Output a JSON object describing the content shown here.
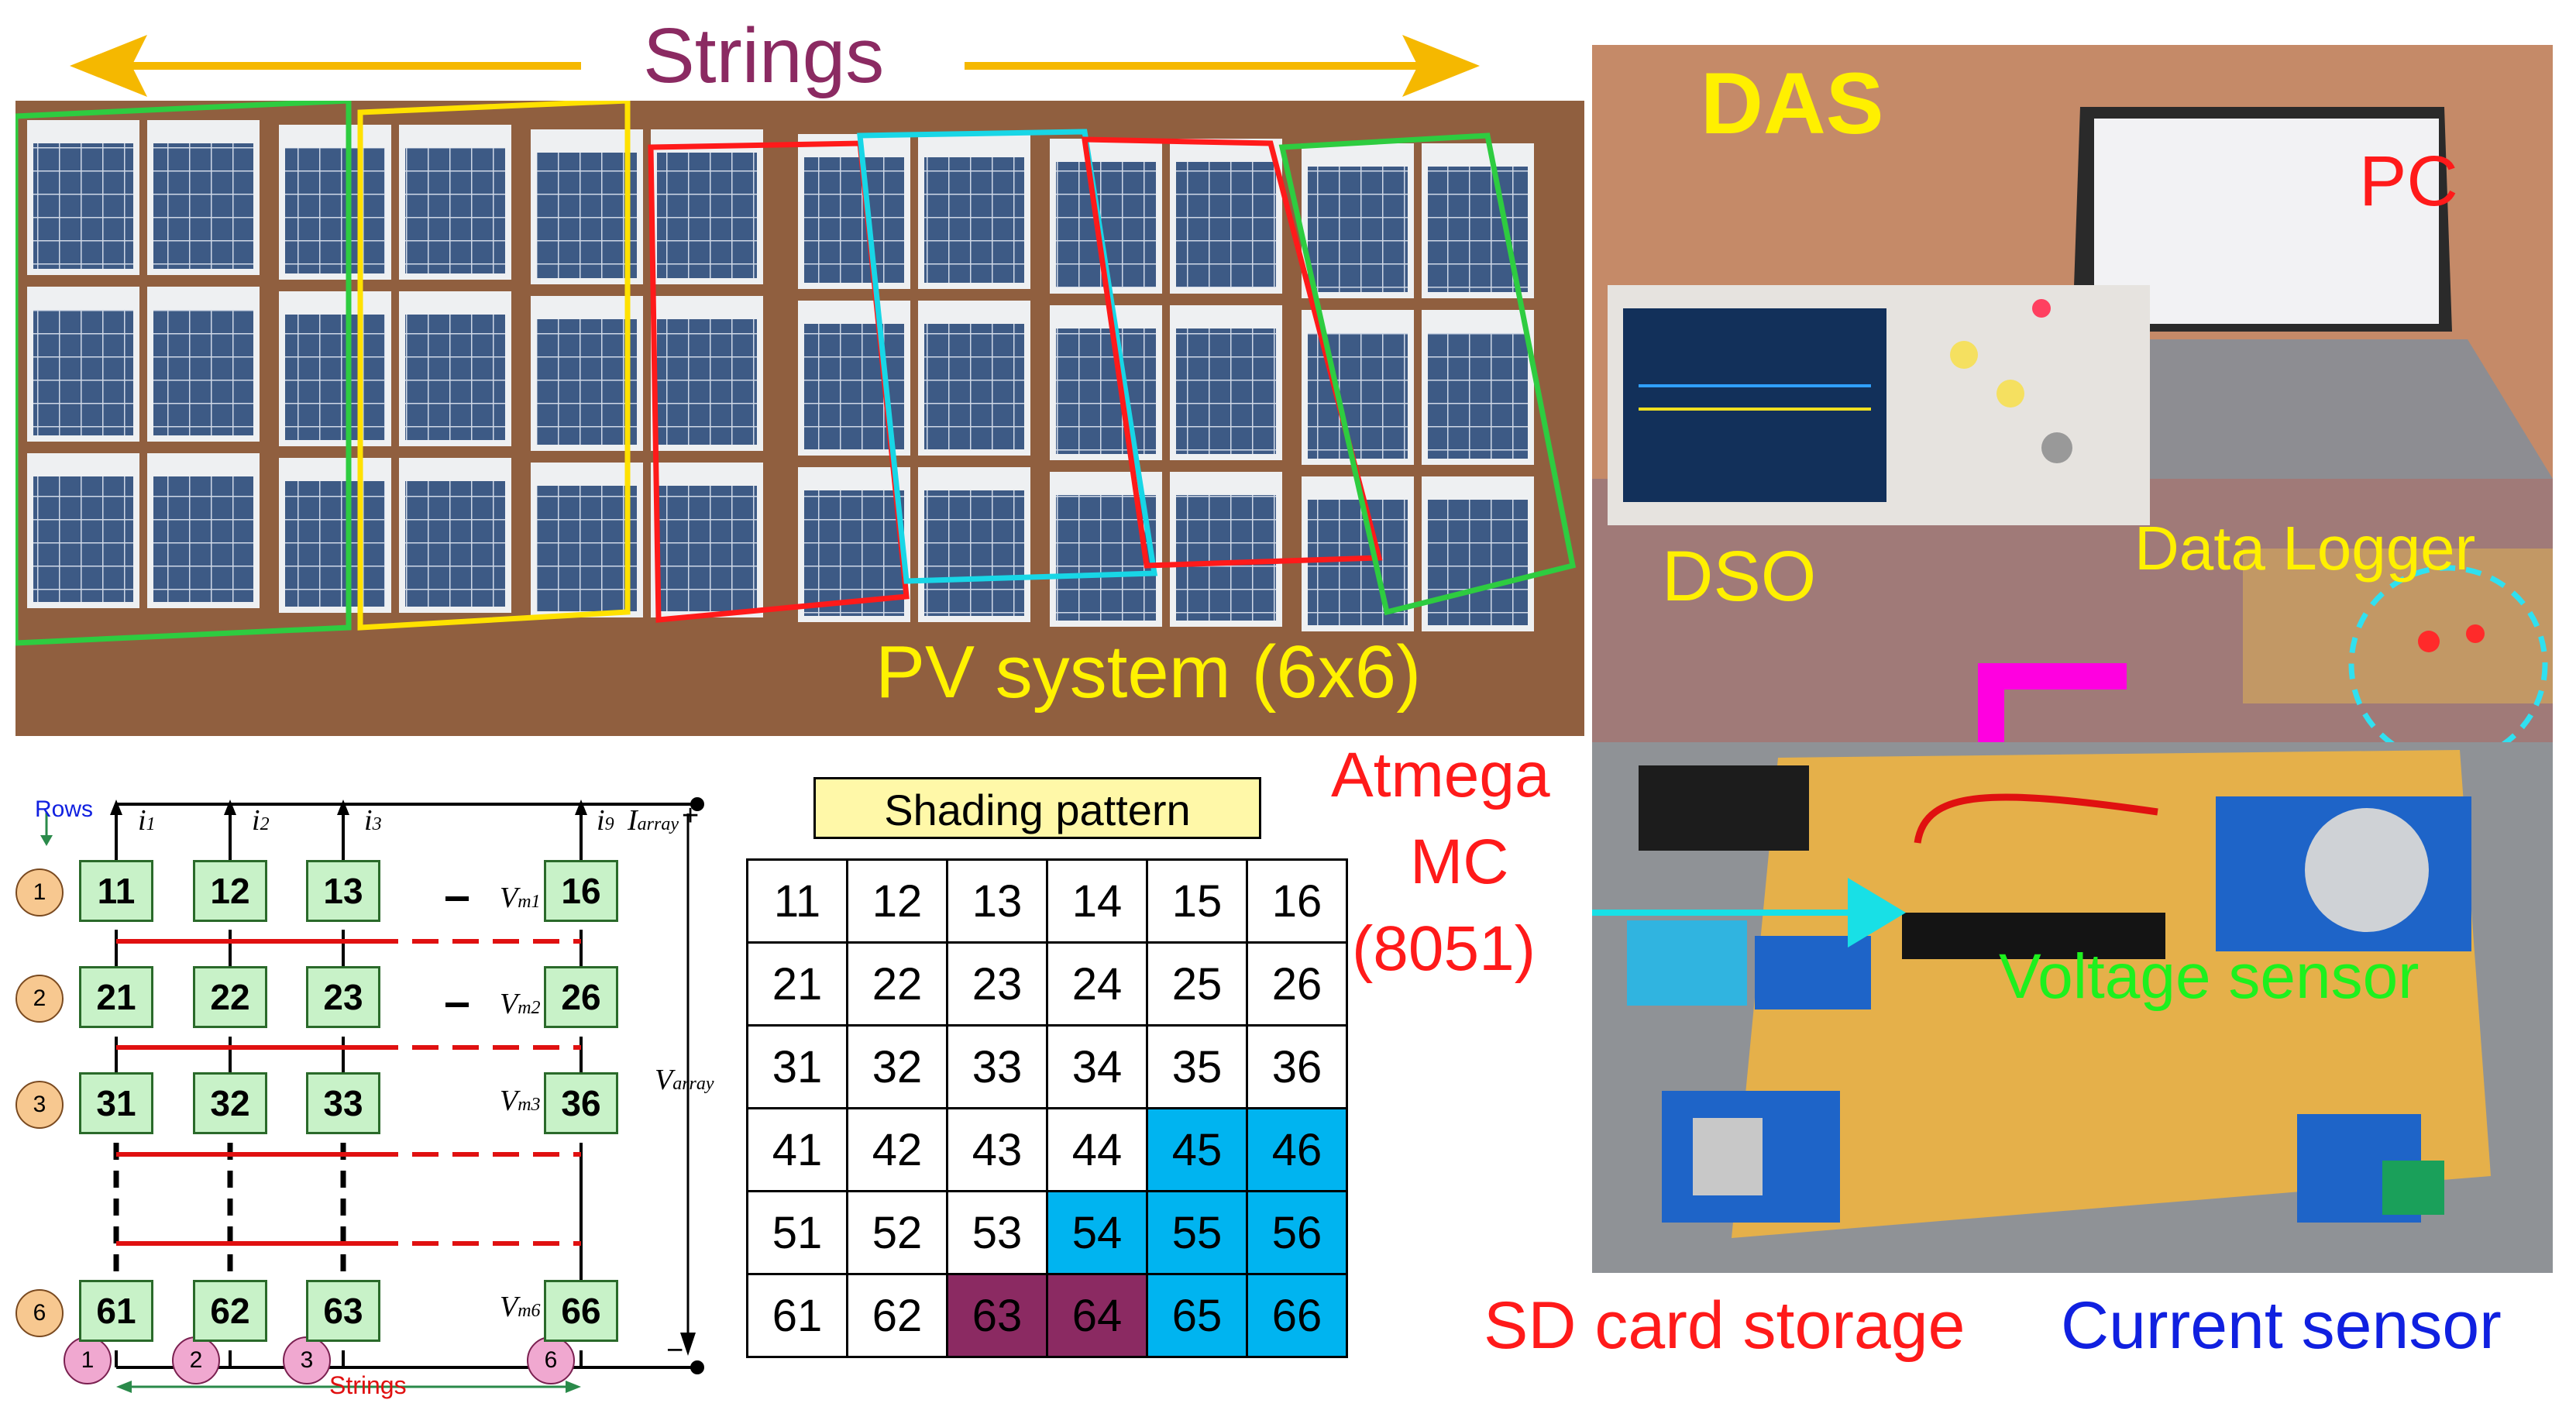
{
  "top": {
    "strings_label": "Strings"
  },
  "pv_photo": {
    "caption": "PV system (6x6)"
  },
  "das_photo": {
    "das_label": "DAS",
    "pc_label": "PC",
    "dso_label": "DSO",
    "logger_label": "Data Logger"
  },
  "board_photo": {
    "mc_label_lines": [
      "Atmega",
      "MC",
      "(8051)"
    ],
    "voltage_label": "Voltage sensor",
    "sd_label": "SD card storage",
    "current_label": "Current sensor"
  },
  "circuit": {
    "rows_label": "Rows",
    "strings_label": "Strings",
    "row_numbers": [
      "1",
      "2",
      "3",
      "6"
    ],
    "string_numbers": [
      "1",
      "2",
      "3",
      "6"
    ],
    "currents": [
      "i",
      "i",
      "i",
      "i"
    ],
    "current_subs": [
      "1",
      "2",
      "3",
      "9"
    ],
    "iarray": "I",
    "iarray_sub": "array",
    "varray": "V",
    "varray_sub": "array",
    "vm_labels": [
      "V",
      "V",
      "V",
      "V"
    ],
    "vm_subs": [
      "m1",
      "m2",
      "m3",
      "m6"
    ],
    "modules": [
      [
        "11",
        "12",
        "13",
        "16"
      ],
      [
        "21",
        "22",
        "23",
        "26"
      ],
      [
        "31",
        "32",
        "33",
        "36"
      ],
      [
        "61",
        "62",
        "63",
        "66"
      ]
    ]
  },
  "shading": {
    "title": "Shading pattern",
    "colors": {
      "blue": "#00b4f0",
      "purple": "#8b2a62",
      "white": "#ffffff"
    },
    "grid": [
      [
        "11",
        "12",
        "13",
        "14",
        "15",
        "16"
      ],
      [
        "21",
        "22",
        "23",
        "24",
        "25",
        "26"
      ],
      [
        "31",
        "32",
        "33",
        "34",
        "35",
        "36"
      ],
      [
        "41",
        "42",
        "43",
        "44",
        "45",
        "46"
      ],
      [
        "51",
        "52",
        "53",
        "54",
        "55",
        "56"
      ],
      [
        "61",
        "62",
        "63",
        "64",
        "65",
        "66"
      ]
    ],
    "shade": [
      [
        "w",
        "w",
        "w",
        "w",
        "w",
        "w"
      ],
      [
        "w",
        "w",
        "w",
        "w",
        "w",
        "w"
      ],
      [
        "w",
        "w",
        "w",
        "w",
        "w",
        "w"
      ],
      [
        "w",
        "w",
        "w",
        "w",
        "b",
        "b"
      ],
      [
        "w",
        "w",
        "w",
        "b",
        "b",
        "b"
      ],
      [
        "w",
        "w",
        "p",
        "p",
        "b",
        "b"
      ]
    ]
  }
}
